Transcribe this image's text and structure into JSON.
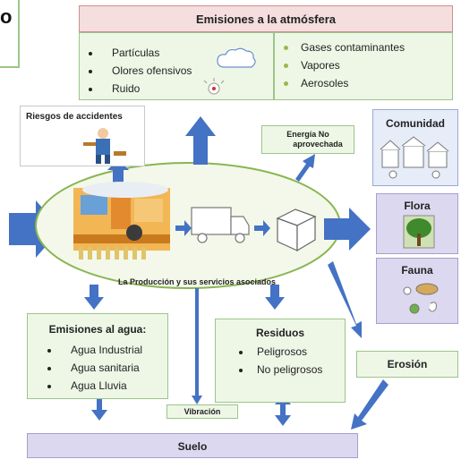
{
  "corner_label": "o",
  "emissions_air": {
    "title": "Emisiones a la atmósfera",
    "left_items": [
      "Partículas",
      "Olores ofensivos",
      "Ruido"
    ],
    "right_items": [
      "Gases contaminantes",
      "Vapores",
      "Aerosoles"
    ]
  },
  "accidents": {
    "title": "Riesgos de accidentes"
  },
  "energy": {
    "line1": "Energía No",
    "line2": "aprovechada"
  },
  "production": {
    "label": "La Producción y sus servicios asociados"
  },
  "community": {
    "title": "Comunidad"
  },
  "flora": {
    "title": "Flora"
  },
  "fauna": {
    "title": "Fauna"
  },
  "emissions_water": {
    "title": "Emisiones al agua:",
    "items": [
      "Agua Industrial",
      "Agua sanitaria",
      "Agua Lluvia"
    ]
  },
  "waste": {
    "title": "Residuos",
    "items": [
      "Peligrosos",
      "No peligrosos"
    ]
  },
  "erosion": {
    "title": "Erosión"
  },
  "vibration": {
    "title": "Vibración"
  },
  "soil": {
    "title": "Suelo"
  },
  "colors": {
    "arrow": "#4472c4",
    "ellipse": "#8ab552"
  }
}
